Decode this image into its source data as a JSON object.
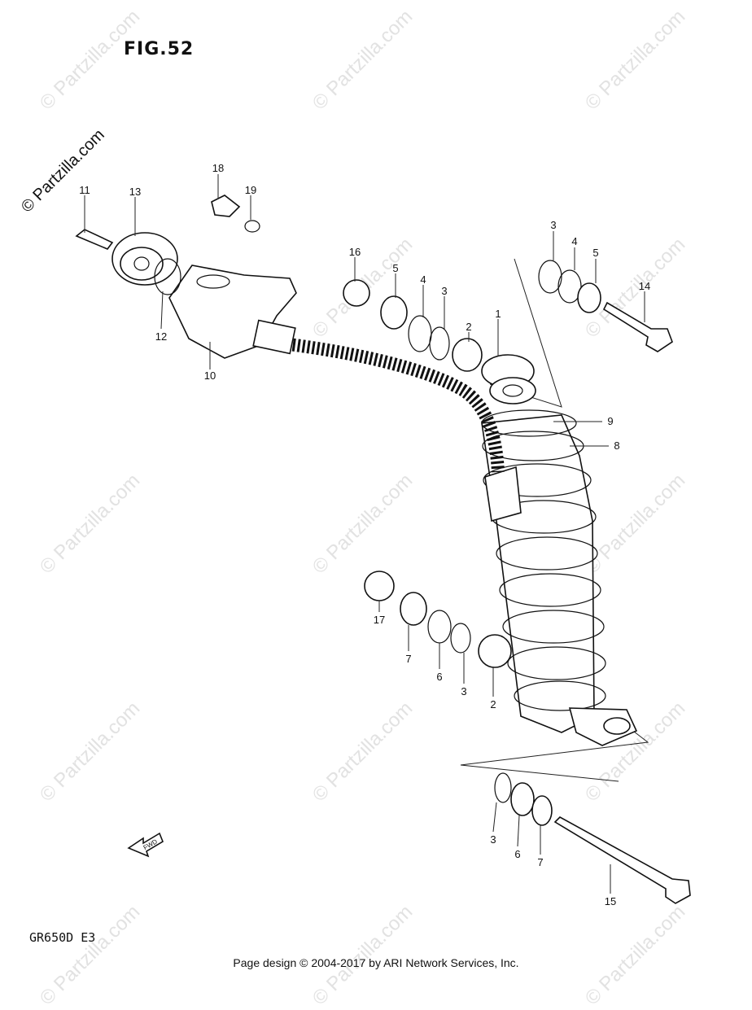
{
  "title": "FIG.52",
  "model_code": "GR650D E3",
  "footer": "Page design © 2004-2017 by ARI Network Services, Inc.",
  "site_mark": "© Partzilla.com",
  "watermark_text": "© Partzilla.com",
  "fwd_label": "FWD",
  "callouts": {
    "c1": "1",
    "c2a": "2",
    "c2b": "2",
    "c3a": "3",
    "c3b": "3",
    "c3c": "3",
    "c3d": "3",
    "c4a": "4",
    "c4b": "4",
    "c5a": "5",
    "c5b": "5",
    "c6a": "6",
    "c6b": "6",
    "c7a": "7",
    "c7b": "7",
    "c8": "8",
    "c9": "9",
    "c10": "10",
    "c11": "11",
    "c12": "12",
    "c13": "13",
    "c14": "14",
    "c15": "15",
    "c16": "16",
    "c17": "17",
    "c18": "18",
    "c19": "19"
  }
}
